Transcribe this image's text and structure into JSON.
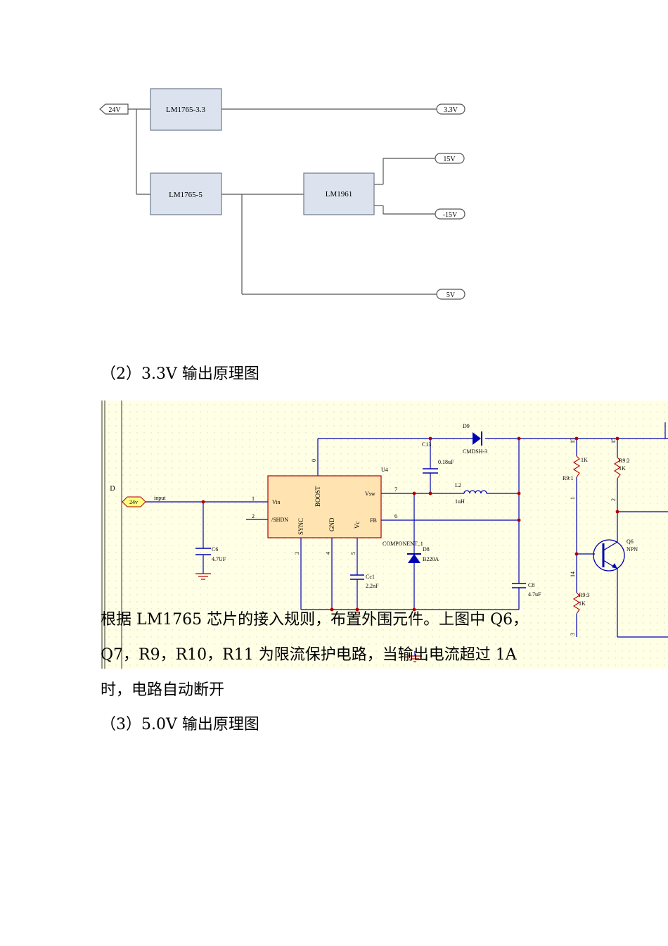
{
  "block_diagram": {
    "input_label": "24V",
    "reg_33": "LM1765-3.3",
    "reg_5": "LM1765-5",
    "reg_1961": "LM1961",
    "out_33": "3.3V",
    "out_p15": "15V",
    "out_m15": "-15V",
    "out_5": "5V"
  },
  "heading_2": "（2）3.3V 输出原理图",
  "schematic": {
    "sheet_letter": "D",
    "input_port": "24v",
    "input_net": "input",
    "ic_ref": "U4",
    "pin_vin": "Vin",
    "pin_shdn": "/SHDN",
    "pin_boost": "BOOST",
    "pin_sync": "SYNC",
    "pin_gnd": "GND",
    "pin_vc": "Vc",
    "pin_vsw": "Vsw",
    "pin_fb": "FB",
    "n_1": "1",
    "n_2": "2",
    "n_0": "0",
    "n_3": "3",
    "n_4": "4",
    "n_5": "5",
    "n_7": "7",
    "n_6": "6",
    "c6_ref": "C6",
    "c6_val": "4.7UF",
    "c13_ref": "C13",
    "c13_val": "0.18uF",
    "d9_ref": "D9",
    "d9_val": "CMDSH-3",
    "l2_ref": "L2",
    "l2_val": "1uH",
    "comp_label": "COMPONENT_1",
    "d8_ref": "D8",
    "d8_val": "B220A",
    "cc1_ref": "Cc1",
    "cc1_val": "2.2nF",
    "c8_ref": "C8",
    "c8_val": "4.7uF",
    "r91_ref": "R9:1",
    "r91_val": "1K",
    "r92_ref": "R9:2",
    "r92_val": "1K",
    "r93_ref": "R9:3",
    "r93_val": "1K",
    "q6_ref": "Q6",
    "q6_type": "NPN",
    "n_15a": "15",
    "n_15b": "15",
    "n_14": "14",
    "n_1b": "1",
    "n_2b": "2",
    "n_3b": "3"
  },
  "para_lines": [
    "根据 LM1765 芯片的接入规则，布置外围元件。上图中 Q6，",
    "Q7，R9，R10，R11  为限流保护电路，当输出电流超过  1A",
    "时，电路自动断开"
  ],
  "heading_3": "（3）5.0V 输出原理图",
  "colors": {
    "block_fill": "#dde3ee",
    "block_stroke": "#6b7a8c",
    "schematic_bg": "#ffffe6",
    "wire_blue": "#0000b4",
    "node_red": "#b00000",
    "ic_fill": "#ffe3b0",
    "ic_stroke": "#b00000",
    "port_fill": "#ffff80"
  }
}
